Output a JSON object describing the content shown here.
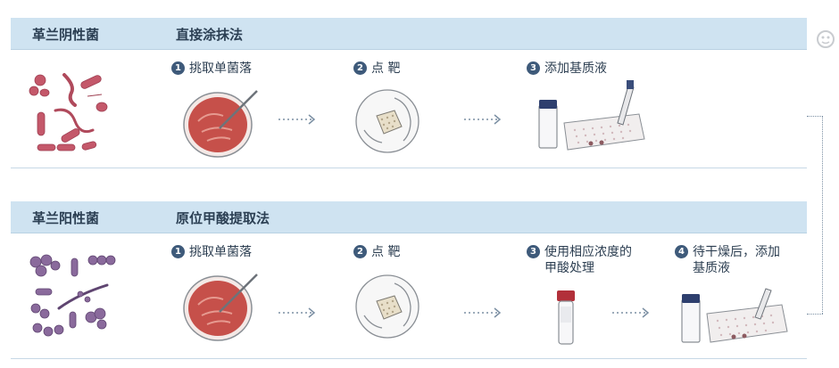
{
  "rows": [
    {
      "type": "革兰阴性菌",
      "method": "直接涂抹法",
      "steps": [
        {
          "num": "1",
          "text": "挑取单菌落"
        },
        {
          "num": "2",
          "text": "点 靶"
        },
        {
          "num": "3",
          "text": "添加基质液"
        }
      ]
    },
    {
      "type": "革兰阳性菌",
      "method": "原位甲酸提取法",
      "steps": [
        {
          "num": "1",
          "text": "挑取单菌落"
        },
        {
          "num": "2",
          "text": "点 靶"
        },
        {
          "num": "3",
          "text": "使用相应浓度的",
          "text2": "甲酸处理"
        },
        {
          "num": "4",
          "text": "待干燥后，添加",
          "text2": "基质液"
        }
      ]
    }
  ],
  "colors": {
    "band": "#cfe3f1",
    "heading": "#2b3f53",
    "bacteria_negative": "#c4586a",
    "bacteria_positive": "#8a6a9c",
    "petri_agar": "#c6504a"
  }
}
